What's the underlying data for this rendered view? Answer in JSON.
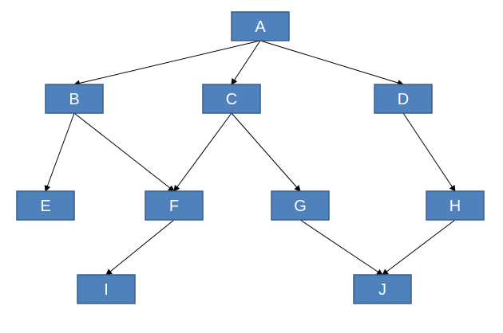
{
  "nodes": [
    {
      "id": "A",
      "label": "A"
    },
    {
      "id": "B",
      "label": "B"
    },
    {
      "id": "C",
      "label": "C"
    },
    {
      "id": "D",
      "label": "D"
    },
    {
      "id": "E",
      "label": "E"
    },
    {
      "id": "F",
      "label": "F"
    },
    {
      "id": "G",
      "label": "G"
    },
    {
      "id": "H",
      "label": "H"
    },
    {
      "id": "I",
      "label": "I"
    },
    {
      "id": "J",
      "label": "J"
    }
  ],
  "edges": [
    {
      "from": "A",
      "to": "B"
    },
    {
      "from": "A",
      "to": "C"
    },
    {
      "from": "A",
      "to": "D"
    },
    {
      "from": "B",
      "to": "E"
    },
    {
      "from": "B",
      "to": "F"
    },
    {
      "from": "C",
      "to": "F"
    },
    {
      "from": "C",
      "to": "G"
    },
    {
      "from": "D",
      "to": "H"
    },
    {
      "from": "F",
      "to": "I"
    },
    {
      "from": "G",
      "to": "J"
    },
    {
      "from": "H",
      "to": "J"
    }
  ],
  "colors": {
    "node_fill": "#4f81bd",
    "node_border": "#385d8a",
    "node_text": "#ffffff",
    "edge": "#000000"
  }
}
